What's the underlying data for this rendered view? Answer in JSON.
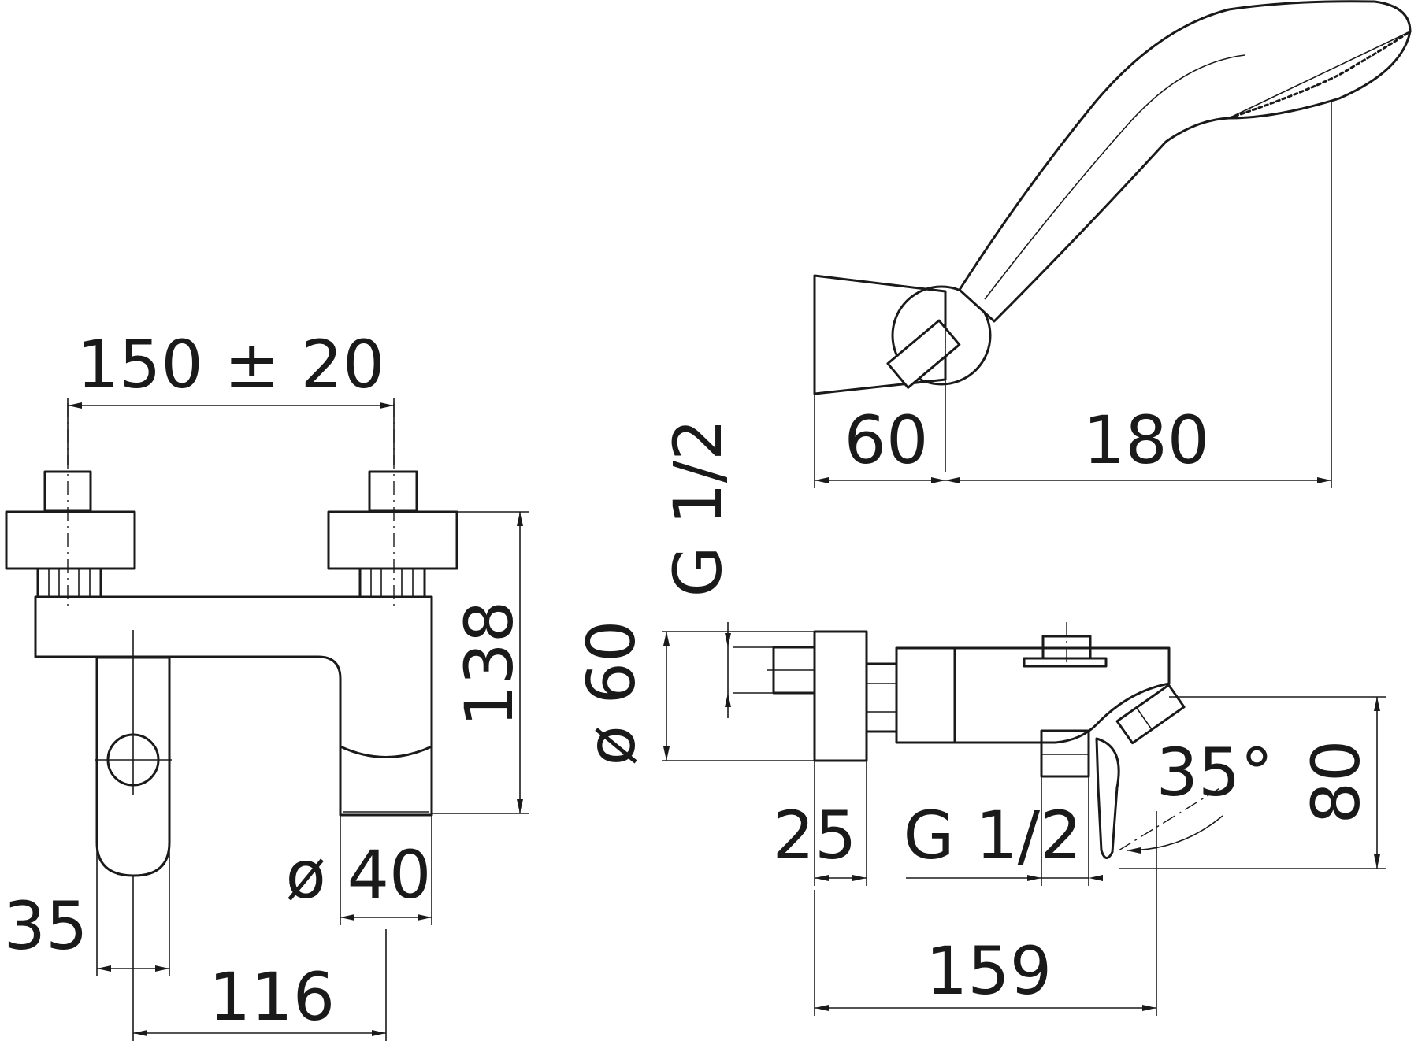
{
  "dimensions": {
    "spacing": "150 ± 20",
    "height": "138",
    "outlet_diameter": "ø 40",
    "lever_offset": "35",
    "spout_projection": "116",
    "wall_thread_top": "G 1/2",
    "flange_diameter": "ø 60",
    "flange_depth": "25",
    "outlet_thread": "G 1/2",
    "depth": "159",
    "lever_angle": "35°",
    "side_height": "80",
    "holder_depth": "60",
    "handshower_length": "180"
  },
  "colors": {
    "line": "#1a1a1a",
    "background": "#ffffff"
  }
}
